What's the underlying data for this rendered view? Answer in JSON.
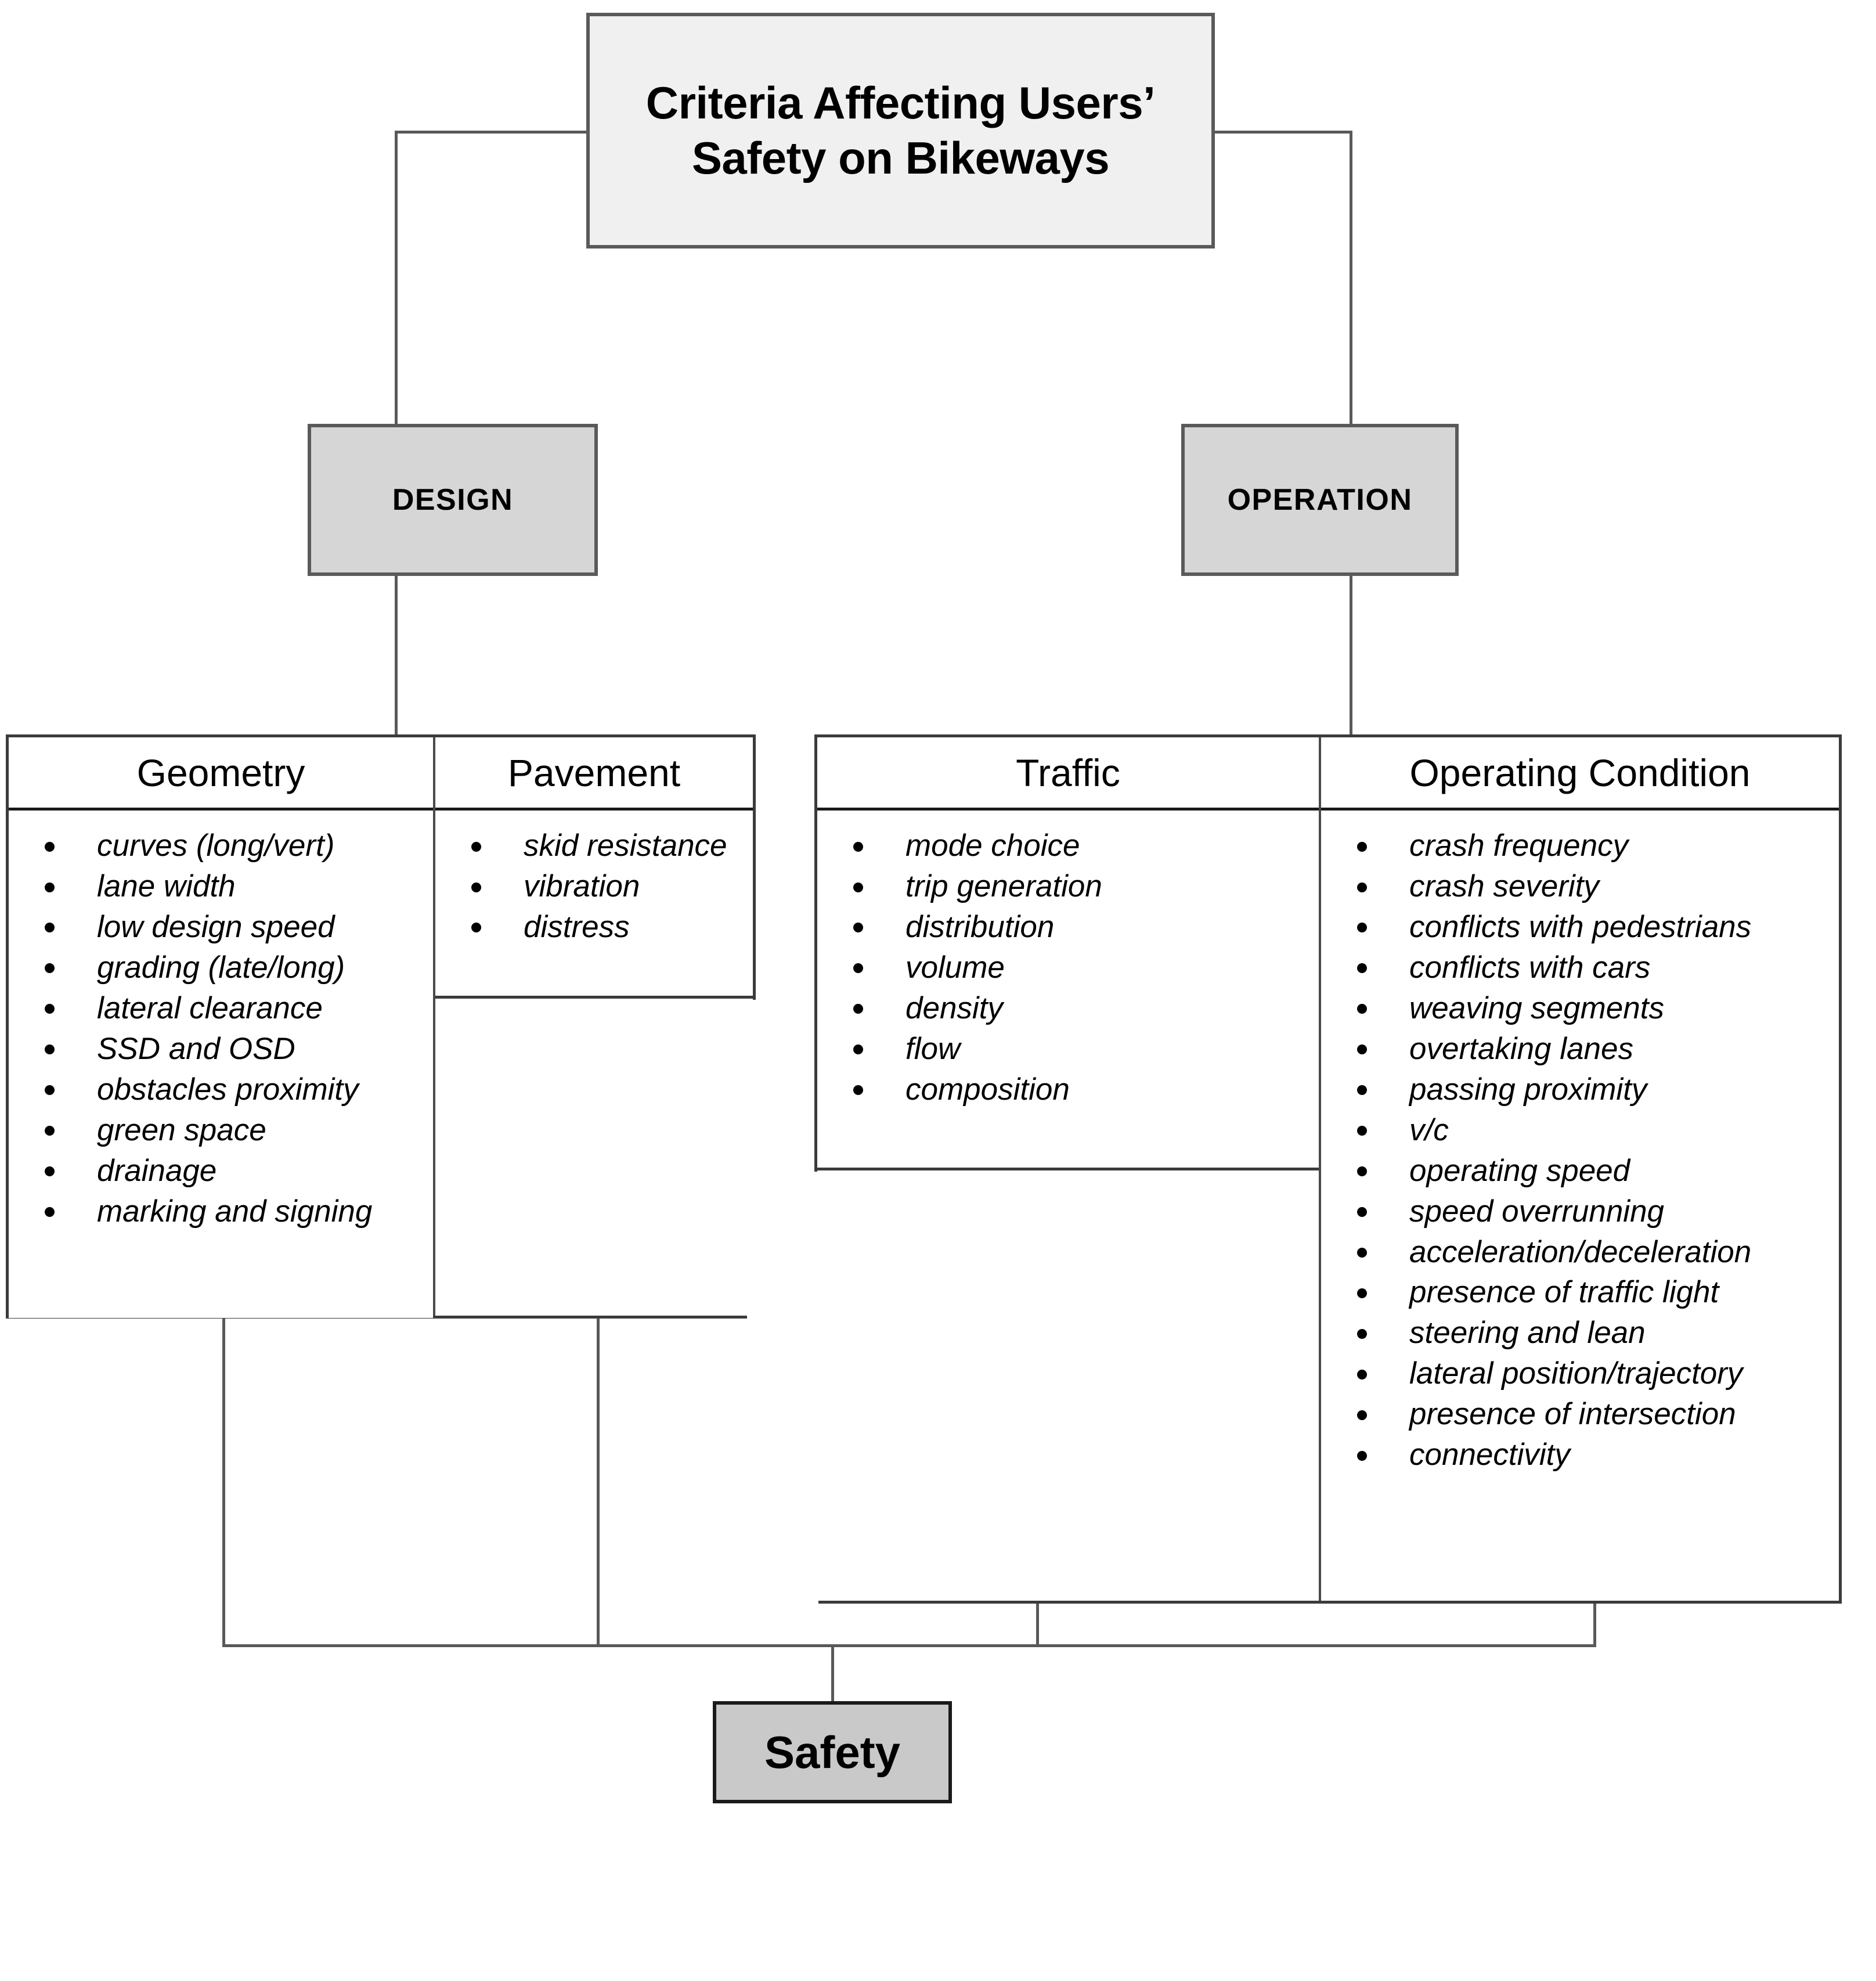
{
  "diagram": {
    "root": {
      "label": "Criteria Affecting Users’ Safety on Bikeways"
    },
    "branches": [
      {
        "label": "DESIGN"
      },
      {
        "label": "OPERATION"
      }
    ],
    "categories": [
      {
        "label": "Geometry",
        "items": [
          "curves (long/vert)",
          "lane width",
          "low design speed",
          "grading (late/long)",
          "lateral clearance",
          "SSD and OSD",
          "obstacles proximity",
          "green space",
          "drainage",
          "marking and signing"
        ]
      },
      {
        "label": "Pavement",
        "items": [
          "skid resistance",
          "vibration",
          "distress"
        ]
      },
      {
        "label": "Traffic",
        "items": [
          "mode choice",
          "trip generation",
          "distribution",
          "volume",
          "density",
          "flow",
          "composition"
        ]
      },
      {
        "label": "Operating Condition",
        "items": [
          "crash frequency",
          "crash severity",
          "conflicts with pedestrians",
          "conflicts with cars",
          "weaving segments",
          "overtaking lanes",
          "passing proximity",
          "v/c",
          "operating speed",
          "speed overrunning",
          "acceleration/deceleration",
          "presence of traffic light",
          "steering and lean",
          "lateral position/trajectory",
          "presence of intersection",
          "connectivity"
        ]
      }
    ],
    "outcome": {
      "label": "Safety"
    },
    "colors": {
      "root_fill": "#f0f0f0",
      "branch_fill": "#d6d6d6",
      "outcome_fill": "#c9c9c9",
      "panel_fill": "#ffffff",
      "connector": "#595959",
      "border_dark": "#3b3b3b"
    }
  }
}
